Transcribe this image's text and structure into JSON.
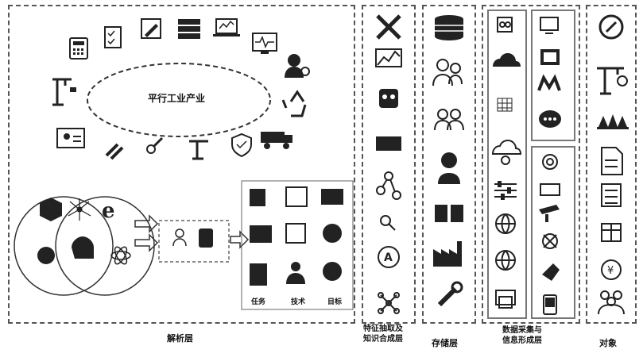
{
  "panel_labels": {
    "analysis": "解析层",
    "feature": "特征抽取及\n知识合成层",
    "storage": "存储层",
    "collection": "数据采集与\n信息形成层",
    "object": "对象"
  },
  "ellipse_label": "平行工业产业",
  "task_groups": [
    "任务",
    "技术",
    "目标"
  ],
  "icon_names": {
    "ring": [
      "calculator-icon",
      "checklist-icon",
      "edit-icon",
      "book-stack-icon",
      "laptop-chart-icon",
      "monitor-pulse-icon",
      "engineer-icon",
      "recycle-icon",
      "truck-icon",
      "shield-icon",
      "building-crane-icon",
      "search-icon",
      "tools-icon",
      "crane-icon",
      "card-icon"
    ],
    "feature": [
      "tools-icon",
      "chart-icon",
      "robot-icon",
      "keyboard-icon",
      "network-icon",
      "search-icon",
      "a-circle-icon",
      "nodes-icon"
    ],
    "storage": [
      "database-icon",
      "people-icon",
      "team-icon",
      "worker-icon",
      "book-icon",
      "factory-icon",
      "wrench-icon"
    ],
    "collection_left": [
      "cube-icon",
      "cloud-icon",
      "grid-icon",
      "cloud-gear-icon",
      "sliders-icon",
      "globe-icon",
      "globe-icon",
      "printer-icon"
    ],
    "collection_right_top": [
      "monitor-icon",
      "screen-icon",
      "m-logo-icon",
      "chat-icon"
    ],
    "collection_right_bottom": [
      "sensor-icon",
      "device-icon",
      "camera-icon",
      "drone-icon",
      "hand-icon",
      "phone-icon"
    ],
    "object": [
      "search-icon",
      "crane-icon",
      "forest-icon",
      "document-icon",
      "list-icon",
      "box-icon",
      "money-icon",
      "people-icon"
    ]
  }
}
